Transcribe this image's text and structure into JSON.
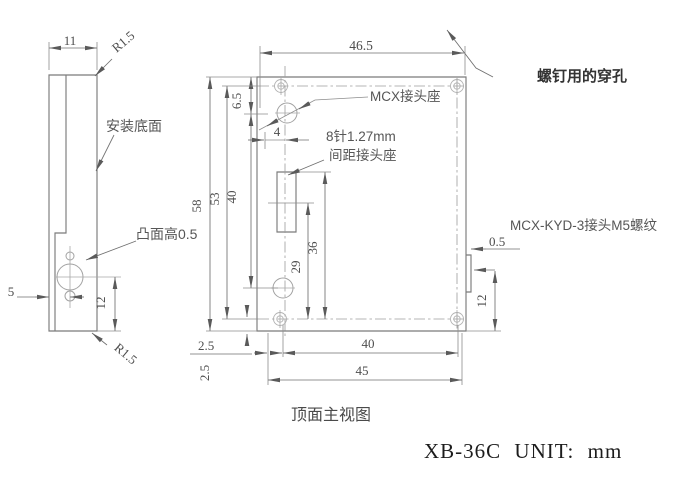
{
  "side_view": {
    "dim_width_top": "11",
    "fillet_top": "R1.5",
    "label_mounting_surface": "安装底面",
    "label_boss_height": "凸面高0.5",
    "dim_hole_offset": "5",
    "dim_hole_to_bottom": "12",
    "fillet_bottom": "R1.5"
  },
  "main_view": {
    "dim_top_width": "46.5",
    "dim_top_to_mcx": "6.5",
    "dim_mcx_inset": "4",
    "dim_full_height": "58",
    "dim_hole_rows": "53",
    "dim_mcx_pitch": "40",
    "dim_pin_to_bottom_row": "29",
    "dim_slot_to_bottom_row": "36",
    "dim_corner_offset_h": "2.5",
    "dim_corner_offset_v": "2.5",
    "dim_hole_cols": "40",
    "dim_bottom_width": "45",
    "label_mcx_socket": "MCX接头座",
    "label_pin_header_line1": "8针1.27mm",
    "label_pin_header_line2": "间距接头座",
    "caption": "顶面主视图"
  },
  "annotations": {
    "label_screw_holes": "螺钉用的穿孔",
    "label_mcx_kyd": "MCX-KYD-3接头M5螺纹",
    "dim_protrusion": "0.5",
    "dim_connector_offset": "12"
  },
  "footer": {
    "model_and_unit": "XB-36C UNIT: mm"
  },
  "colors": {
    "line": "#7b7b7b",
    "centerline": "#9c9c9c",
    "dim_text": "#4d4d4d",
    "label_text": "#565656",
    "bold_label": "#333333",
    "footer_text": "#1c1c1c"
  }
}
